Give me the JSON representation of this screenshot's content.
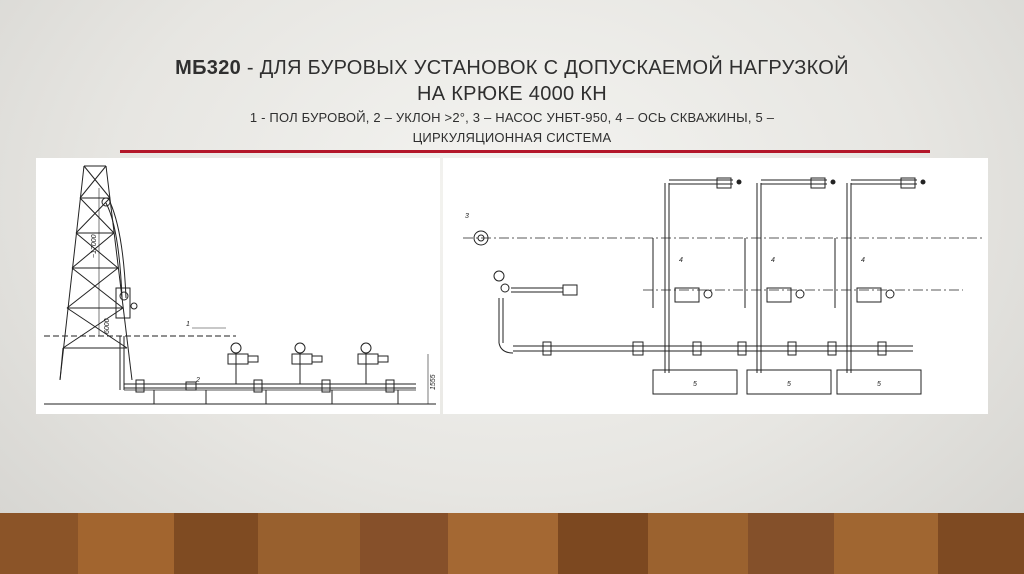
{
  "slide": {
    "title_bold": "МБ320",
    "title_rest": " - ДЛЯ БУРОВЫХ УСТАНОВОК С ДОПУСКАЕМОЙ НАГРУЗКОЙ",
    "title_line2": "НА КРЮКЕ 4000 КН",
    "subtitle_line1": "1 - ПОЛ БУРОВОЙ, 2 – УКЛОН >2°, 3 – НАСОС УНБТ-950, 4 – ОСЬ СКВАЖИНЫ, 5 –",
    "subtitle_line2": "ЦИРКУЛЯЦИОННАЯ СИСТЕМА",
    "accent_color": "#b3172a"
  },
  "left_drawing": {
    "dim_height": "~17000",
    "dim_small": "6000",
    "dim_right": "1555",
    "label_1": "1",
    "label_2": "2"
  },
  "right_drawing": {
    "label_pump": "3",
    "label_axis": "4",
    "label_system": "5"
  }
}
